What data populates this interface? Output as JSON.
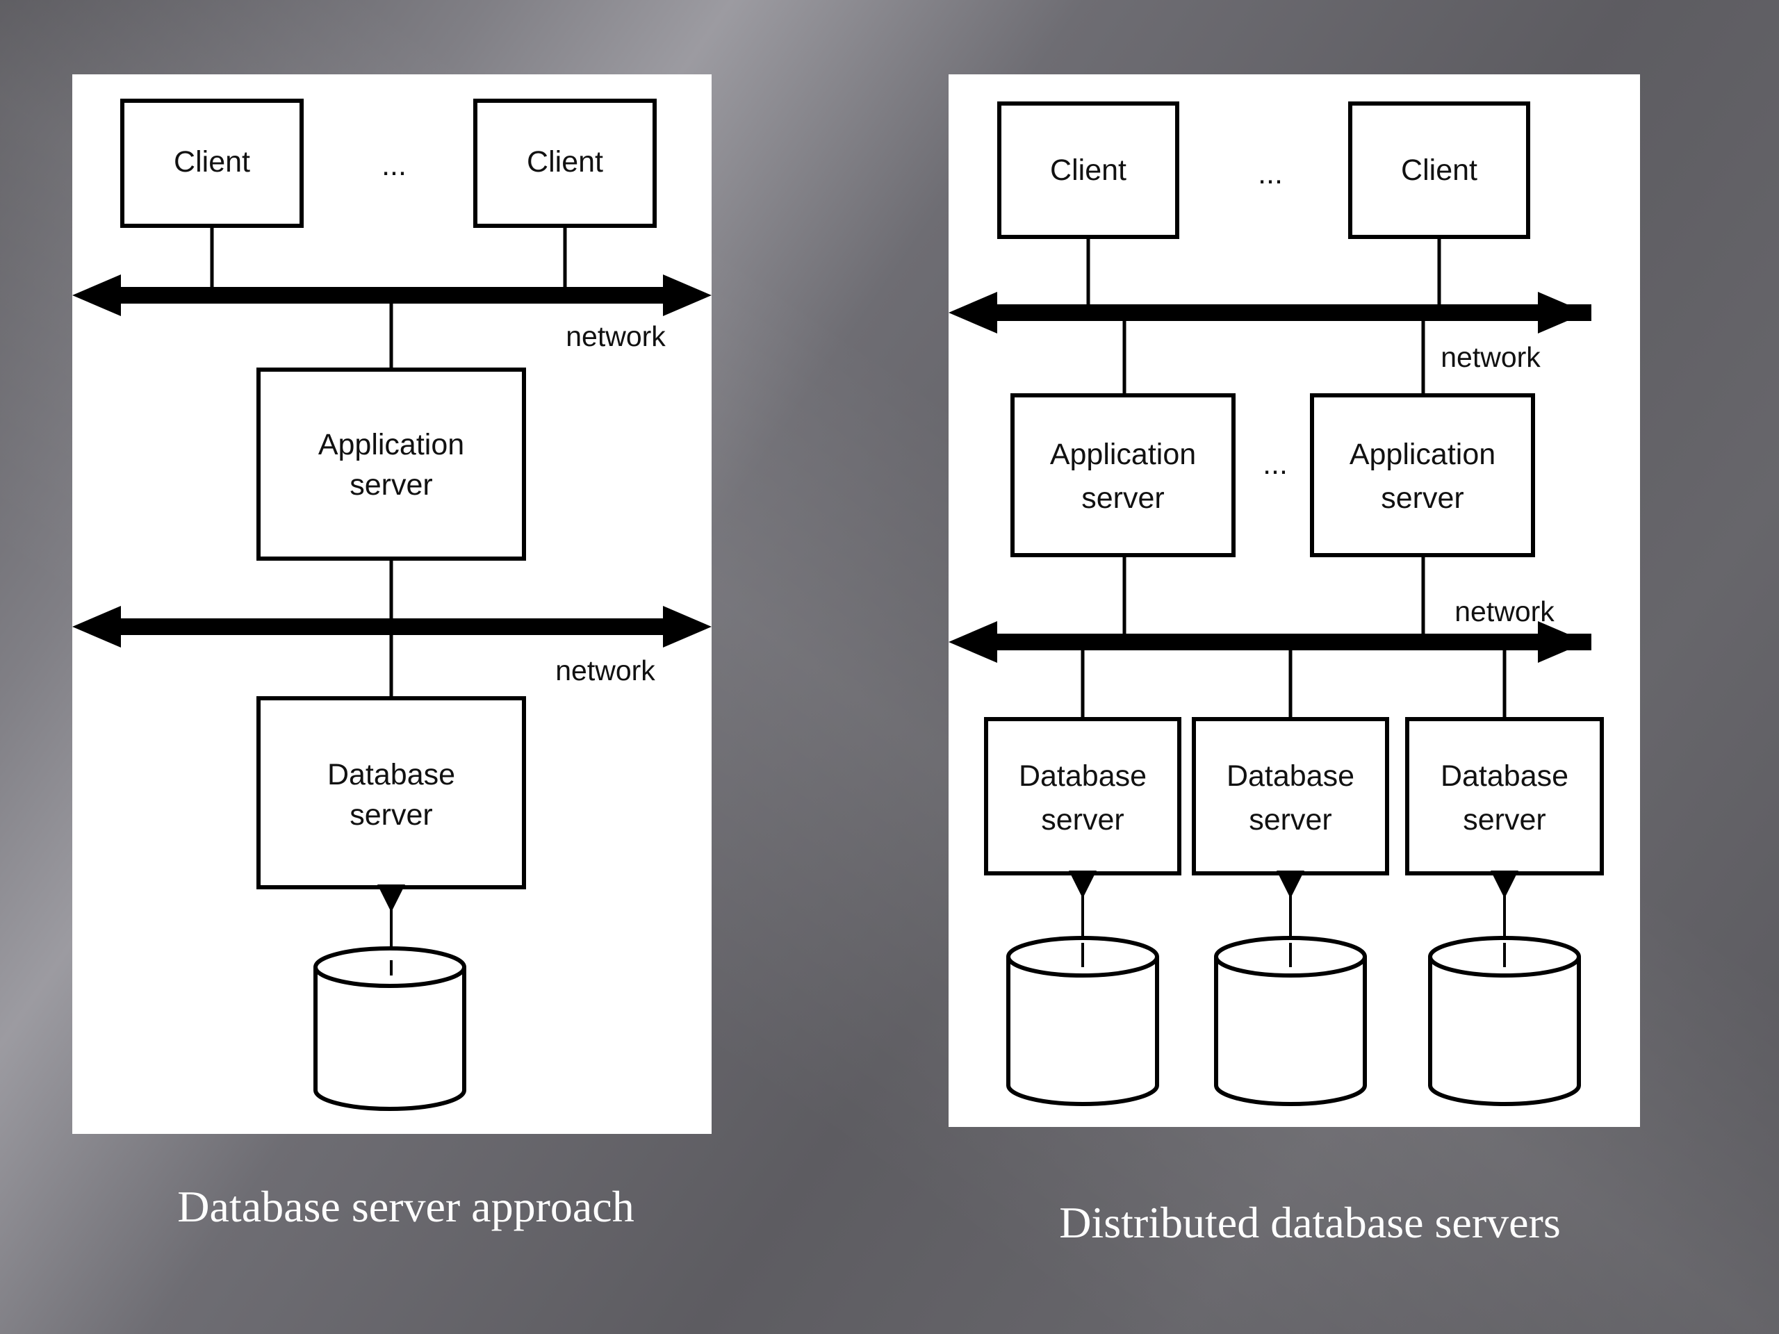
{
  "left_diagram": {
    "caption": "Database server approach",
    "client_label": "Client",
    "ellipsis": "...",
    "network_label": "network",
    "app_server_label": [
      "Application",
      "server"
    ],
    "db_server_label": [
      "Database",
      "server"
    ]
  },
  "right_diagram": {
    "caption": "Distributed database servers",
    "client_label": "Client",
    "ellipsis": "...",
    "network_label": "network",
    "app_server_label": [
      "Application",
      "server"
    ],
    "db_server_label": [
      "Database",
      "server"
    ]
  },
  "colors": {
    "panel_background": "#ffffff",
    "line_color": "#000000",
    "caption_color": "#ffffff"
  }
}
